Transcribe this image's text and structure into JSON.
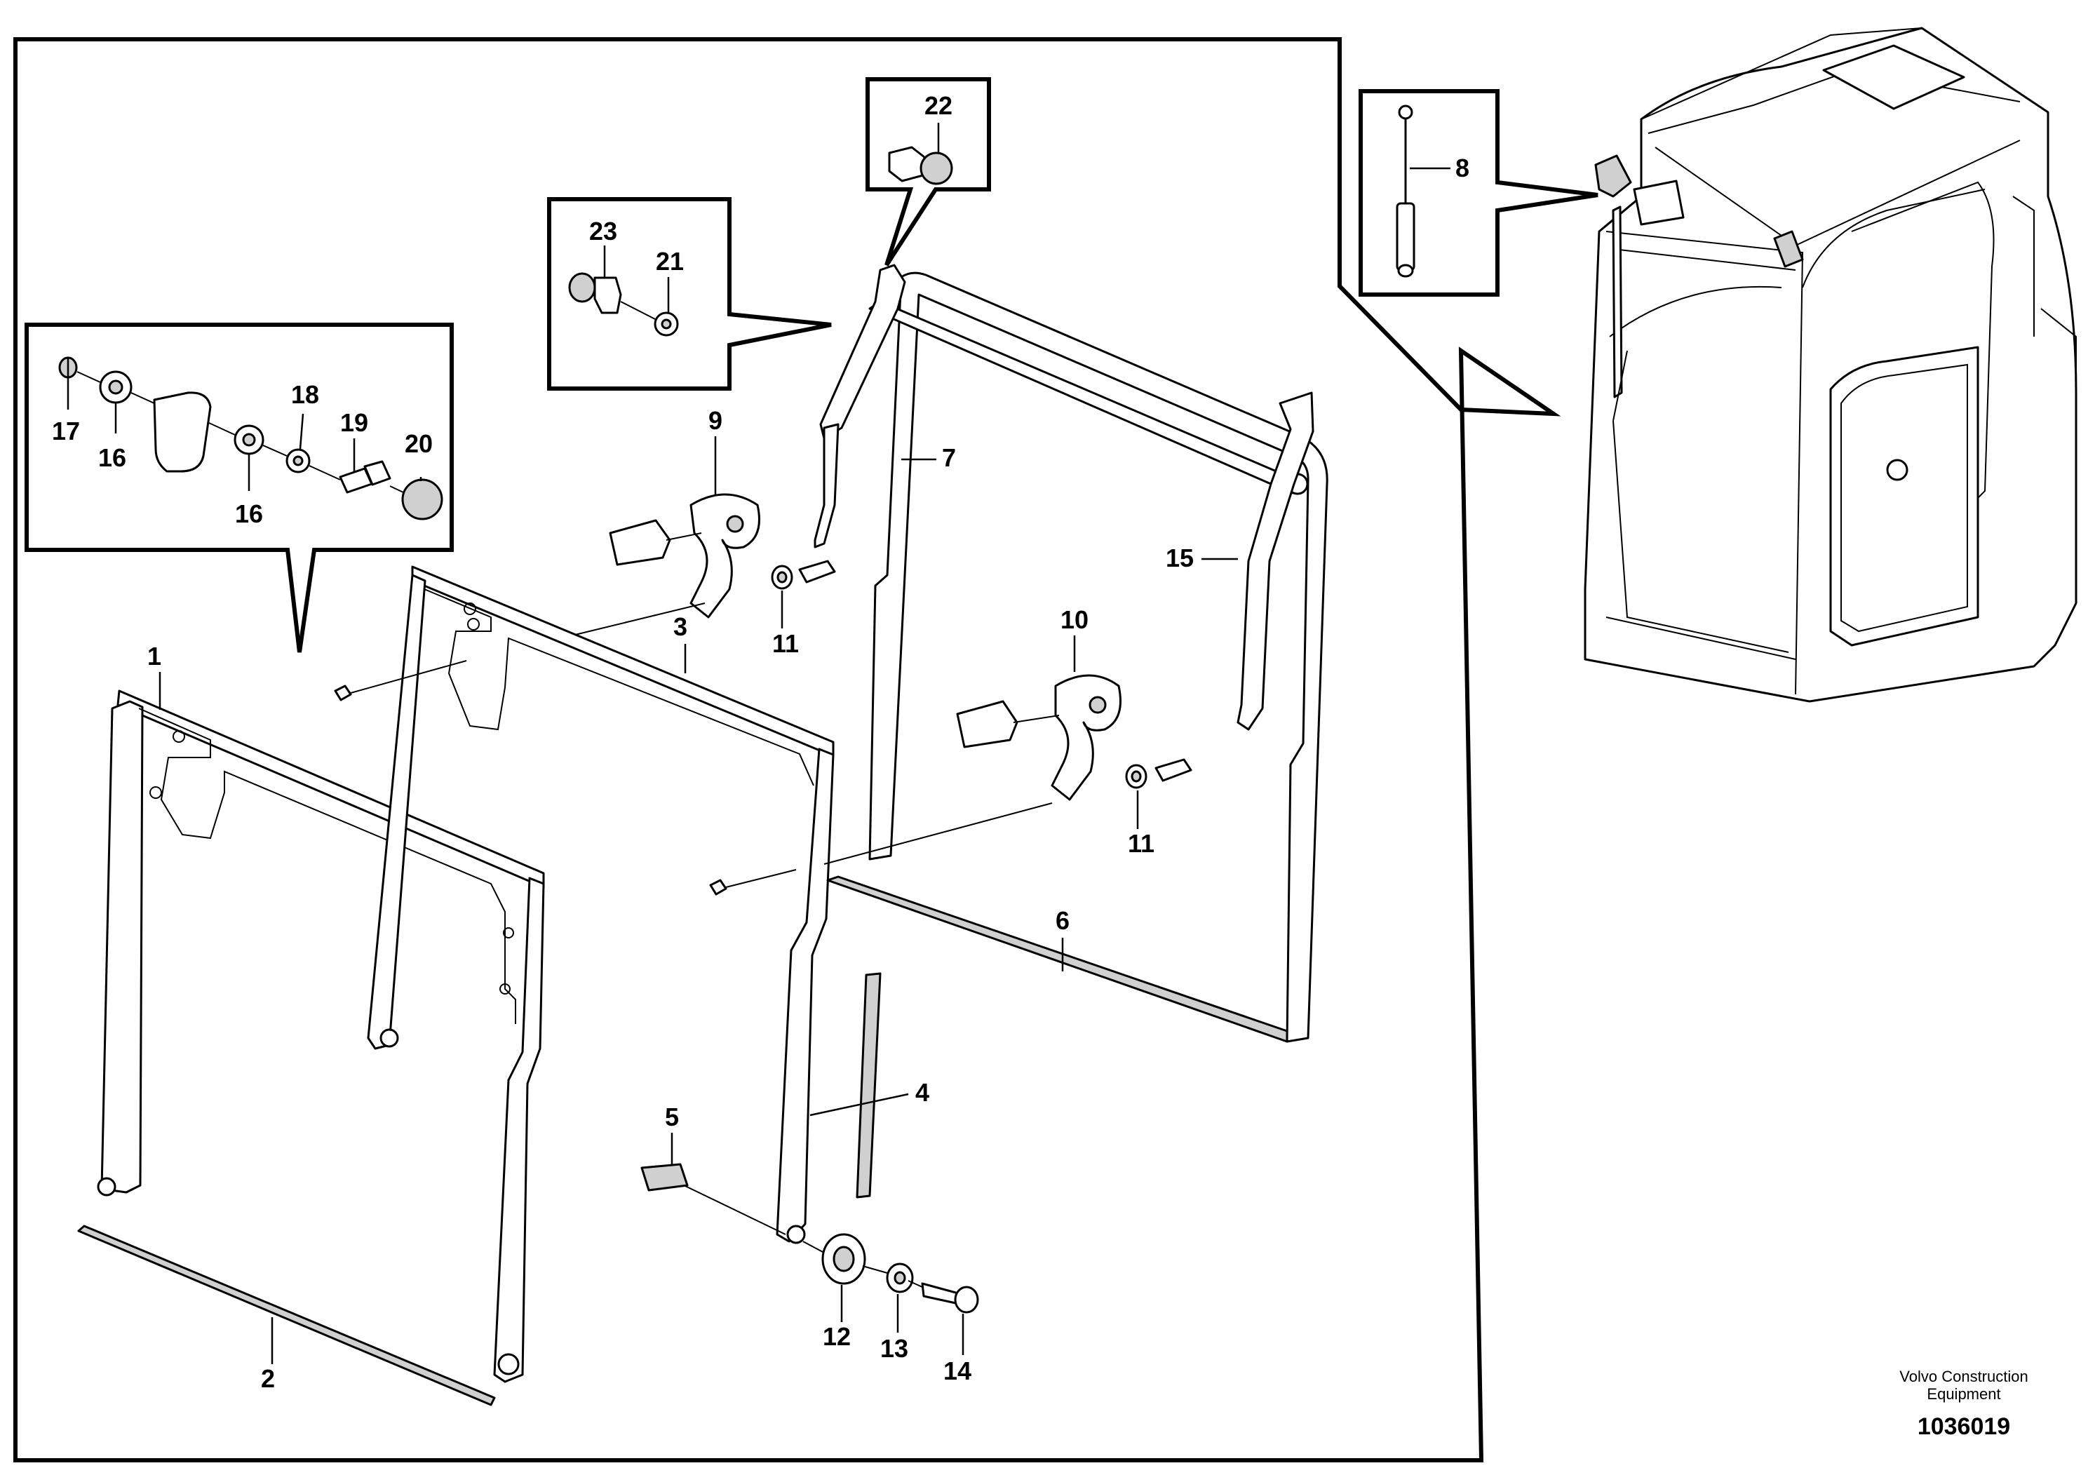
{
  "callouts": {
    "c1": "1",
    "c2": "2",
    "c3": "3",
    "c4": "4",
    "c5": "5",
    "c6": "6",
    "c7": "7",
    "c8": "8",
    "c9": "9",
    "c10": "10",
    "c11a": "11",
    "c11b": "11",
    "c12": "12",
    "c13": "13",
    "c14": "14",
    "c15": "15",
    "c16a": "16",
    "c16b": "16",
    "c17": "17",
    "c18": "18",
    "c19": "19",
    "c20": "20",
    "c21": "21",
    "c22": "22",
    "c23": "23"
  },
  "credit": {
    "line1": "Volvo Construction",
    "line2": "Equipment",
    "doc_number": "1036019"
  }
}
